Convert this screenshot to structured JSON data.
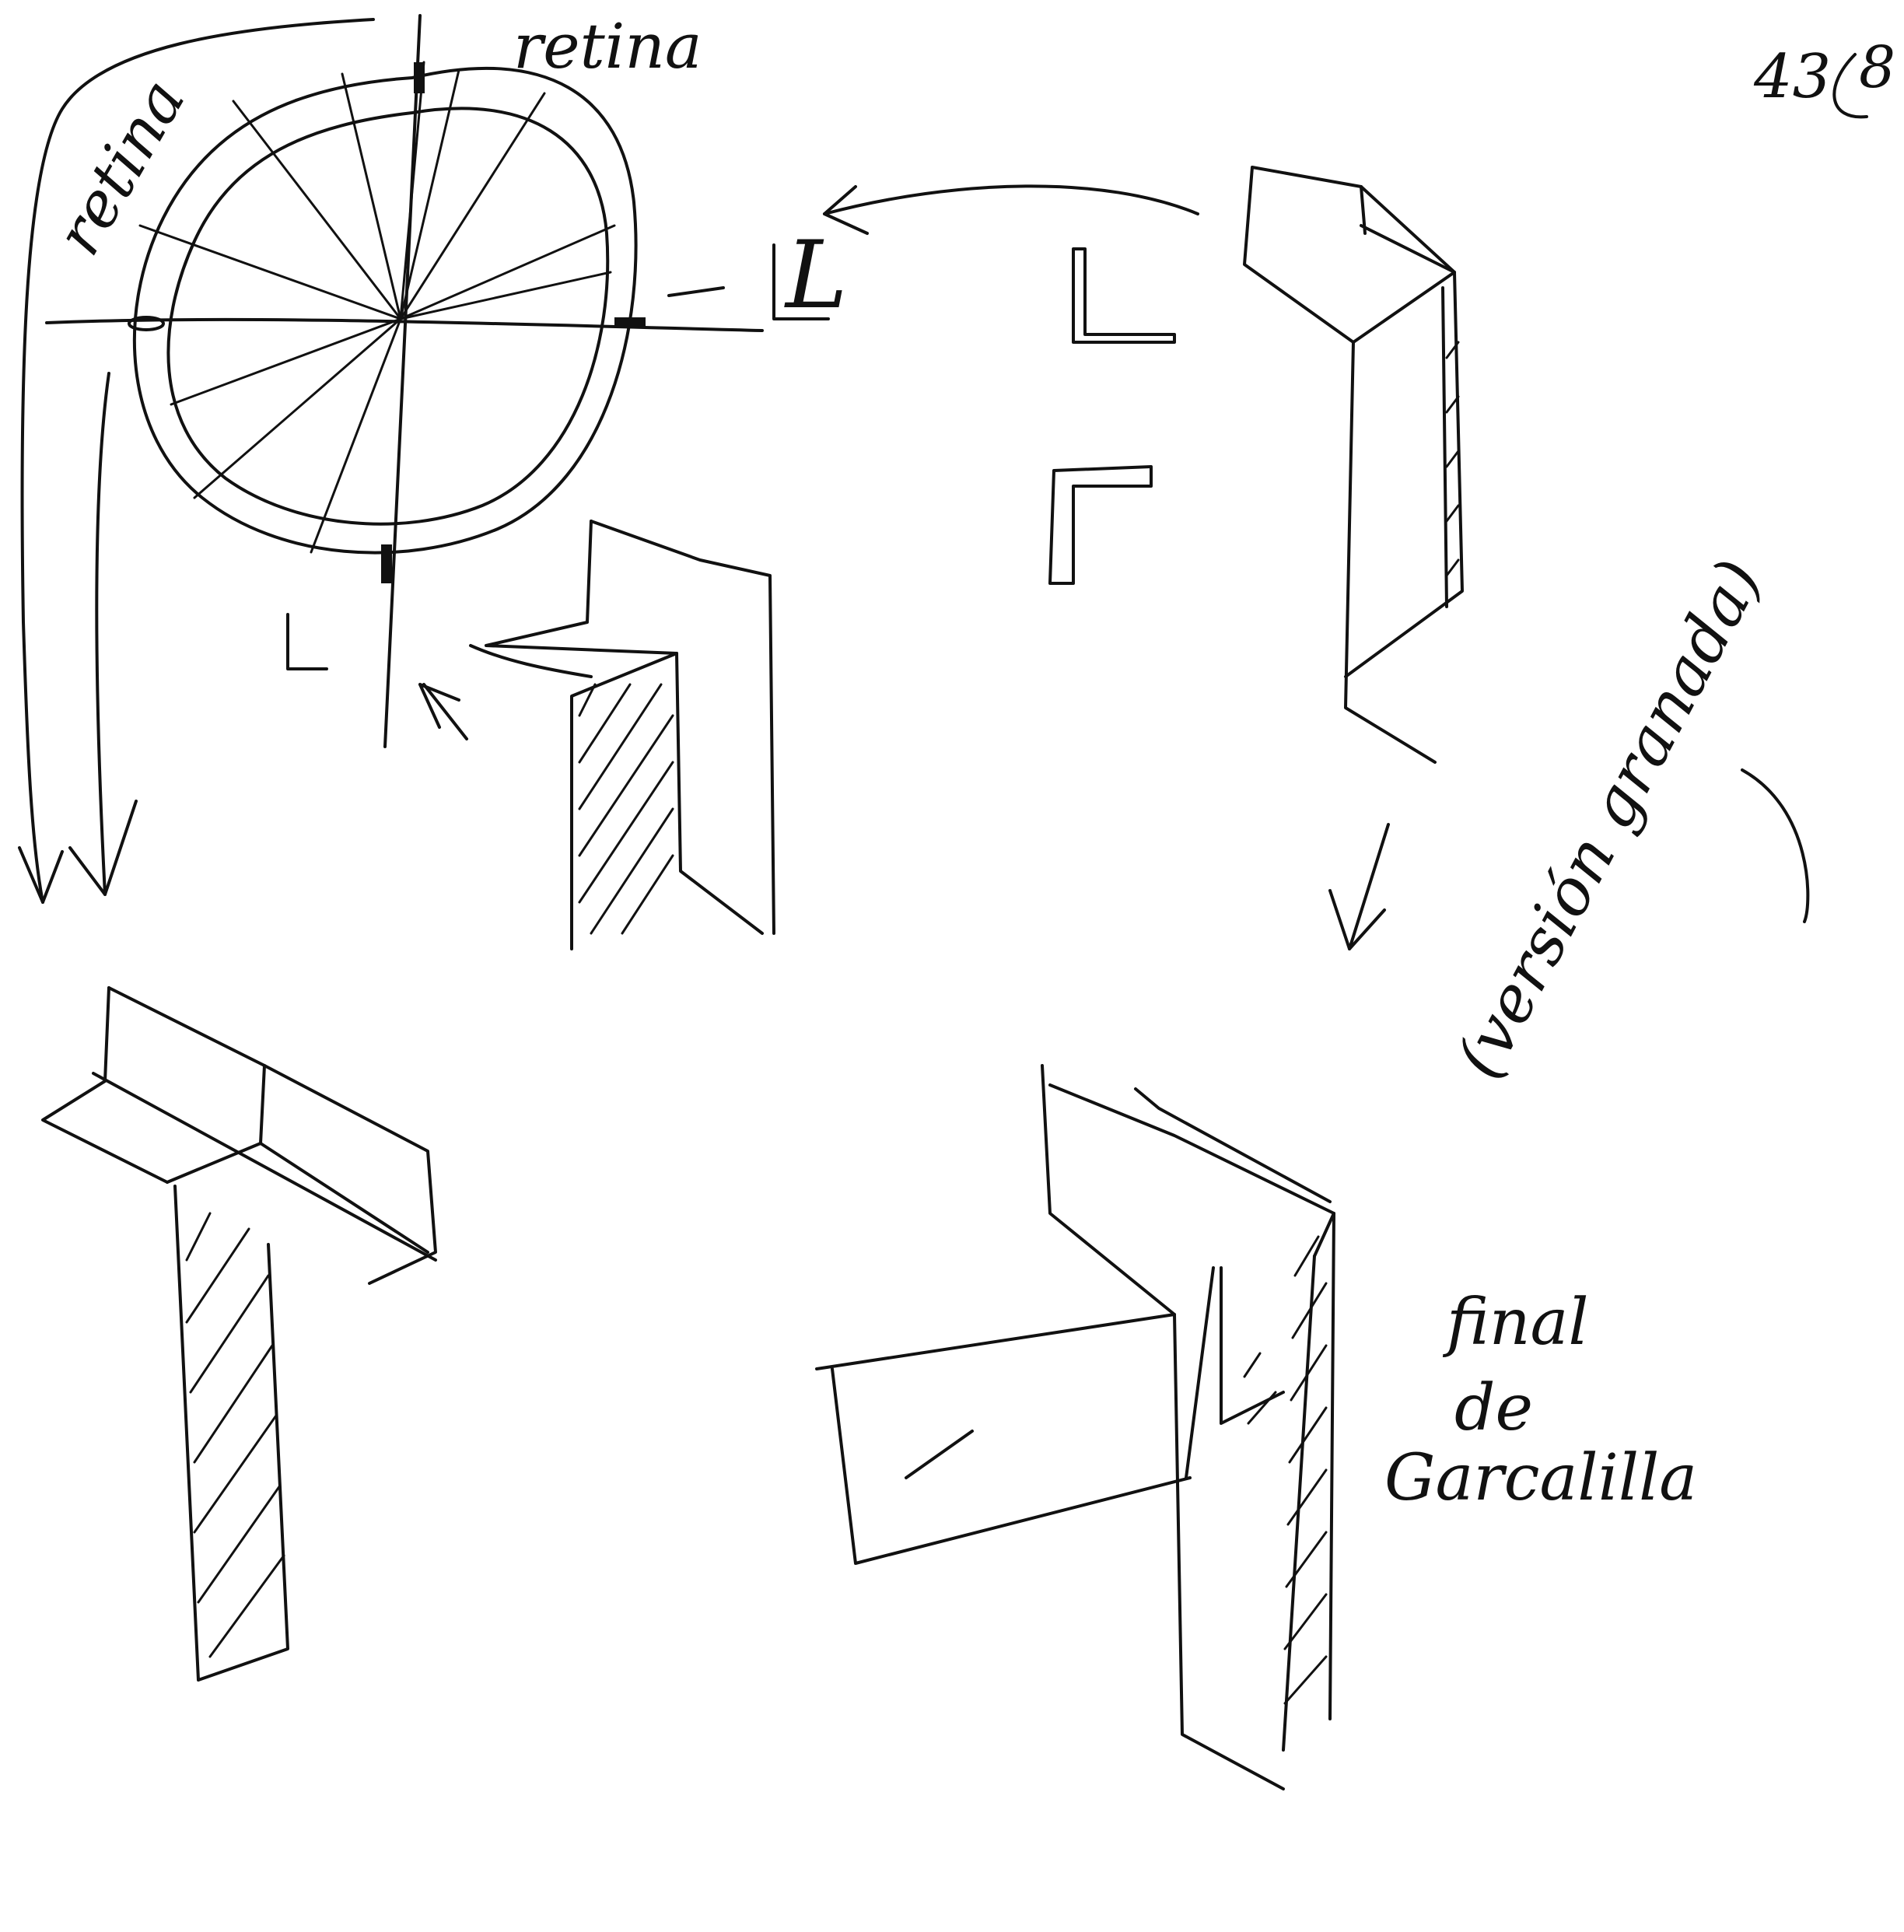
{
  "page": {
    "number": "43",
    "number_suffix": "8"
  },
  "labels": {
    "top_right": "retina",
    "top_left": "retina",
    "letter": "L",
    "vertical_note": "(versión granada)",
    "final_note_line1": "final",
    "final_note_line2": "de",
    "final_note_line3": "Garcalilla"
  }
}
